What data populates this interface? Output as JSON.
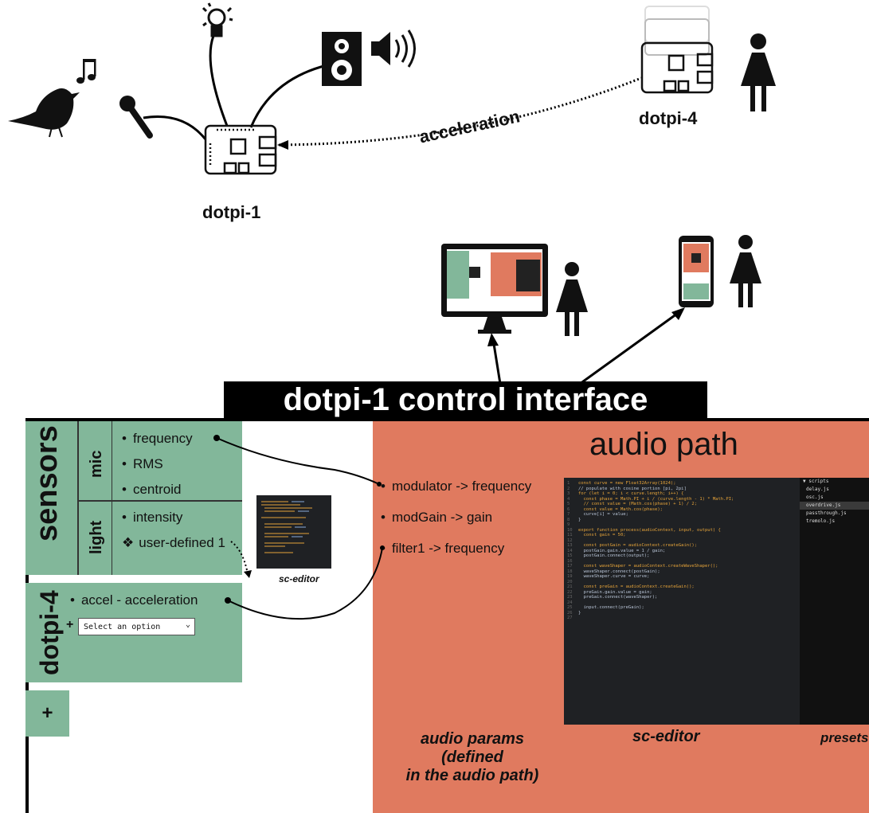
{
  "top_labels": {
    "dotpi1": "dotpi-1",
    "dotpi4": "dotpi-4",
    "acceleration": "acceleration"
  },
  "banner": "dotpi-1 control interface",
  "sensors": {
    "title": "sensors",
    "mic": {
      "label": "mic",
      "items": [
        "frequency",
        "RMS",
        "centroid"
      ]
    },
    "light": {
      "label": "light",
      "items": [
        "intensity",
        "user-defined 1"
      ]
    }
  },
  "dotpi4_panel": {
    "title": "dotpi-4",
    "item": "accel - acceleration",
    "plus": "+",
    "select_value": "Select an option",
    "select_chevron": "⌄"
  },
  "add_button": "+",
  "sc_editor_small_caption": "sc-editor",
  "audio_path": {
    "title": "audio path",
    "params": [
      "modulator -> frequency",
      "modGain -> gain",
      "filter1 -> frequency"
    ],
    "caption_params": [
      "audio params",
      "(defined",
      "in the audio path)"
    ],
    "caption_editor": "sc-editor",
    "caption_presets": "presets"
  },
  "presets_list": {
    "header": "▼ scripts",
    "items": [
      "delay.js",
      "osc.js",
      "overdrive.js",
      "passthrough.js",
      "tremolo.js"
    ],
    "selected": "overdrive.js"
  },
  "code": [
    "const curve = new Float32Array(1024);",
    "// populate with cosine portion [pi, 2pi]",
    "for (let i = 0; i < curve.length; i++) {",
    "  const phase = Math.PI + i / (curve.length - 1) * Math.PI;",
    "  // const value = (Math.cos(phase) + 1) / 2;",
    "  const value = Math.cos(phase);",
    "  curve[i] = value;",
    "}",
    "",
    "export function process(audioContext, input, output) {",
    "  const gain = 50;",
    "",
    "  const postGain = audioContext.createGain();",
    "  postGain.gain.value = 1 / gain;",
    "  postGain.connect(output);",
    "",
    "  const waveShaper = audioContext.createWaveShaper();",
    "  waveShaper.connect(postGain);",
    "  waveShaper.curve = curve;",
    "",
    "  const preGain = audioContext.createGain();",
    "  preGain.gain.value = gain;",
    "  preGain.connect(waveShaper);",
    "",
    "  input.connect(preGain);",
    "}",
    ""
  ],
  "colors": {
    "green": "#82b79a",
    "audio_path": "#e07a5f",
    "editor_bg": "#1f2124"
  }
}
